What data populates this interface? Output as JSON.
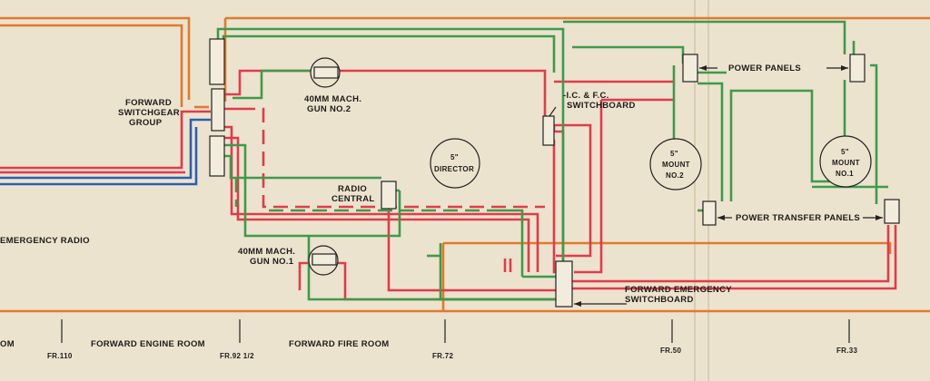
{
  "labels": {
    "forward_switchgear_group": [
      "FORWARD",
      "SWITCHGEAR",
      "GROUP"
    ],
    "gun_no2": [
      "40MM MACH.",
      "GUN NO.2"
    ],
    "gun_no1": [
      "40MM MACH.",
      "GUN NO.1"
    ],
    "ic_fc_switchboard": [
      "-I.C. & F.C.",
      "SWITCHBOARD"
    ],
    "director": [
      "5\"",
      "DIRECTOR"
    ],
    "mount_no2": [
      "5\"",
      "MOUNT",
      "NO.2"
    ],
    "mount_no1": [
      "5\"",
      "MOUNT",
      "NO.1"
    ],
    "power_panels": "POWER PANELS",
    "radio_central": [
      "RADIO",
      "CENTRAL"
    ],
    "power_transfer_panels": "POWER TRANSFER PANELS",
    "emergency_radio": "EMERGENCY RADIO",
    "forward_emergency_switchboard": [
      "FORWARD EMERGENCY",
      "SWITCHBOARD"
    ]
  },
  "bottom": {
    "room_left": "OM",
    "engine_room": "FORWARD ENGINE ROOM",
    "fire_room": "FORWARD FIRE ROOM",
    "frames": [
      "FR.110",
      "FR.92 1/2",
      "FR.72",
      "FR.50",
      "FR.33"
    ]
  },
  "colors": {
    "orange": "#e07a2e",
    "red": "#e23b4a",
    "green": "#3f9a4a",
    "blue": "#2a5fb0",
    "background": "#ece3cf"
  }
}
